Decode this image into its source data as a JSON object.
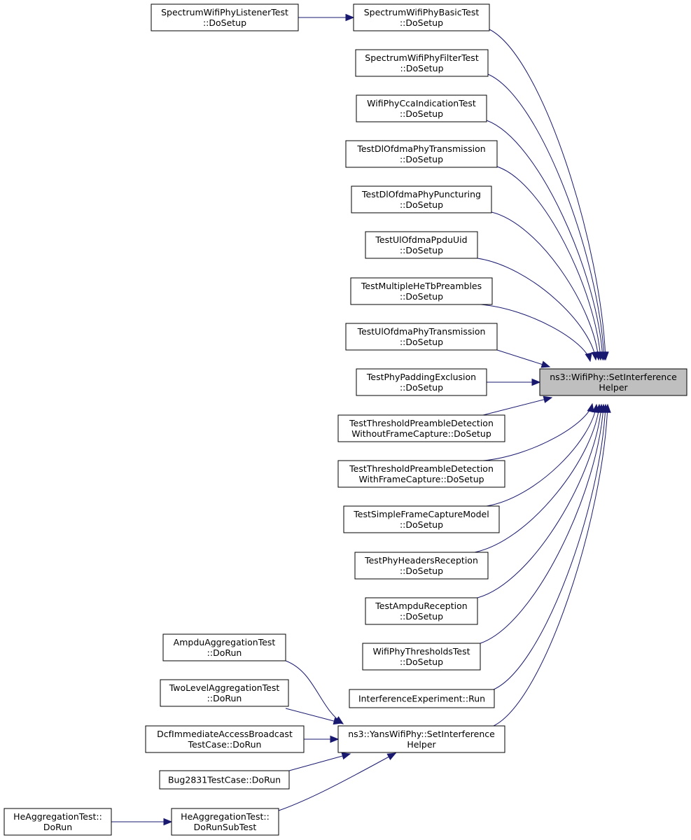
{
  "diagram": {
    "edge_color": "#191970",
    "target_fill": "#bfbfbf",
    "nodes": [
      {
        "id": "listener",
        "lines": [
          "SpectrumWifiPhyListenerTest",
          "::DoSetup"
        ]
      },
      {
        "id": "basic",
        "lines": [
          "SpectrumWifiPhyBasicTest",
          "::DoSetup"
        ]
      },
      {
        "id": "filter",
        "lines": [
          "SpectrumWifiPhyFilterTest",
          "::DoSetup"
        ]
      },
      {
        "id": "cca",
        "lines": [
          "WifiPhyCcaIndicationTest",
          "::DoSetup"
        ]
      },
      {
        "id": "dltx",
        "lines": [
          "TestDlOfdmaPhyTransmission",
          "::DoSetup"
        ]
      },
      {
        "id": "dlpunc",
        "lines": [
          "TestDlOfdmaPhyPuncturing",
          "::DoSetup"
        ]
      },
      {
        "id": "ulppdu",
        "lines": [
          "TestUlOfdmaPpduUid",
          "::DoSetup"
        ]
      },
      {
        "id": "multihe",
        "lines": [
          "TestMultipleHeTbPreambles",
          "::DoSetup"
        ]
      },
      {
        "id": "ultx",
        "lines": [
          "TestUlOfdmaPhyTransmission",
          "::DoSetup"
        ]
      },
      {
        "id": "padding",
        "lines": [
          "TestPhyPaddingExclusion",
          "::DoSetup"
        ]
      },
      {
        "id": "threshwo",
        "lines": [
          "TestThresholdPreambleDetection",
          "WithoutFrameCapture::DoSetup"
        ]
      },
      {
        "id": "threshw",
        "lines": [
          "TestThresholdPreambleDetection",
          "WithFrameCapture::DoSetup"
        ]
      },
      {
        "id": "simplecap",
        "lines": [
          "TestSimpleFrameCaptureModel",
          "::DoSetup"
        ]
      },
      {
        "id": "headers",
        "lines": [
          "TestPhyHeadersReception",
          "::DoSetup"
        ]
      },
      {
        "id": "ampdu",
        "lines": [
          "TestAmpduReception",
          "::DoSetup"
        ]
      },
      {
        "id": "thresholds",
        "lines": [
          "WifiPhyThresholdsTest",
          "::DoSetup"
        ]
      },
      {
        "id": "interf",
        "lines": [
          "InterferenceExperiment::Run"
        ]
      },
      {
        "id": "ampduagg",
        "lines": [
          "AmpduAggregationTest",
          "::DoRun"
        ]
      },
      {
        "id": "twolevel",
        "lines": [
          "TwoLevelAggregationTest",
          "::DoRun"
        ]
      },
      {
        "id": "dcf",
        "lines": [
          "DcfImmediateAccessBroadcast",
          "TestCase::DoRun"
        ]
      },
      {
        "id": "bug",
        "lines": [
          "Bug2831TestCase::DoRun"
        ]
      },
      {
        "id": "heagg",
        "lines": [
          "HeAggregationTest::",
          "DoRun"
        ]
      },
      {
        "id": "hesub",
        "lines": [
          "HeAggregationTest::",
          "DoRunSubTest"
        ]
      },
      {
        "id": "yans",
        "lines": [
          "ns3::YansWifiPhy::SetInterference",
          "Helper"
        ]
      },
      {
        "id": "target",
        "lines": [
          "ns3::WifiPhy::SetInterference",
          "Helper"
        ]
      }
    ]
  }
}
